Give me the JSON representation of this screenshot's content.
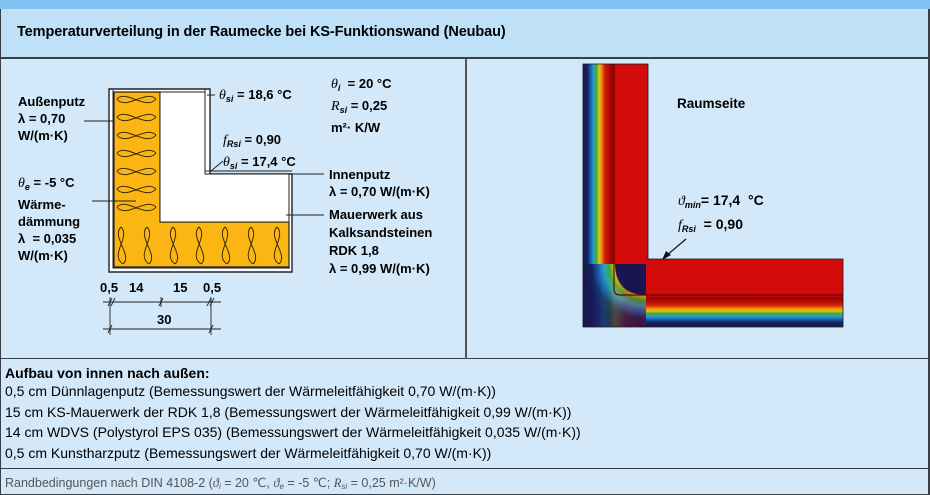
{
  "title": "Temperaturverteilung in der Raumecke bei KS-Funktionswand (Neubau)",
  "colors": {
    "top_band": "#82c2f0",
    "title_bg": "#bfe1f8",
    "panel_bg": "#d3e8f8",
    "insulation": "#fbb614",
    "border": "#3a3f46",
    "thermal_red": "#d20a0a",
    "thermal_navy": "#141850"
  },
  "left_diagram": {
    "aussenputz": {
      "name": "Außenputz",
      "lambda": "λ = 0,70",
      "unit": "W/(m·K)"
    },
    "theta_e": {
      "symbol": "θ",
      "sub": "e",
      "value": "= -5 °C"
    },
    "waermedaemmung": {
      "name_line1": "Wärme-",
      "name_line2": "dämmung",
      "lambda": "λ  = 0,035",
      "unit": "W/(m·K)"
    },
    "theta_si_top": {
      "symbol": "θ",
      "sub": "si",
      "value": "= 18,6 °C"
    },
    "f_rsi": {
      "symbol": "f",
      "sub": "Rsi",
      "value": "= 0,90"
    },
    "theta_si_corner": {
      "symbol": "θ",
      "sub": "si",
      "value": "= 17,4 °C"
    },
    "theta_i": {
      "symbol": "θ",
      "sub": "i",
      "value": " = 20 °C"
    },
    "r_si": {
      "symbol": "R",
      "sub": "si",
      "value": "= 0,25"
    },
    "r_si_unit": "m²· K/W",
    "innenputz": {
      "name": "Innenputz",
      "lambda": "λ = 0,70 W/(m·K)"
    },
    "mauerwerk": {
      "line1": "Mauerwerk aus",
      "line2": "Kalksandsteinen",
      "line3": "RDK 1,8",
      "lambda": "λ = 0,99 W/(m·K)"
    },
    "dimensions": {
      "top": [
        "0,5",
        "14",
        "15",
        "0,5"
      ],
      "total": "30"
    }
  },
  "right_diagram": {
    "room_label": "Raumseite",
    "theta_min": {
      "symbol": "ϑ",
      "sub": "min",
      "value": "= 17,4  °C"
    },
    "f_rsi": {
      "symbol": "f",
      "sub": "Rsi",
      "value": "  = 0,90"
    }
  },
  "buildup": {
    "heading": "Aufbau von innen nach außen:",
    "lines": [
      "0,5 cm Dünnlagenputz (Bemessungswert der Wärmeleitfähigkeit 0,70 W/(m·K))",
      "15 cm KS-Mauerwerk der RDK 1,8 (Bemessungswert der Wärmeleitfähigkeit 0,99 W/(m·K))",
      "14 cm WDVS (Polystyrol EPS 035) (Bemessungswert der Wärmeleitfähigkeit 0,035 W/(m·K))",
      "0,5 cm Kunstharzputz (Bemessungswert der Wärmeleitfähigkeit 0,70 W/(m·K))"
    ]
  },
  "footer": {
    "prefix": "Randbedingungen nach DIN 4108-2 (",
    "theta_i_sym": "ϑ",
    "theta_i_sub": "i",
    "theta_i_val": " = 20 ℃, ",
    "theta_e_sym": "ϑ",
    "theta_e_sub": "e",
    "theta_e_val": " = -5 ℃; ",
    "rsi_sym": "R",
    "rsi_sub": "si",
    "rsi_val": " = 0,25 m²·K/W)"
  }
}
